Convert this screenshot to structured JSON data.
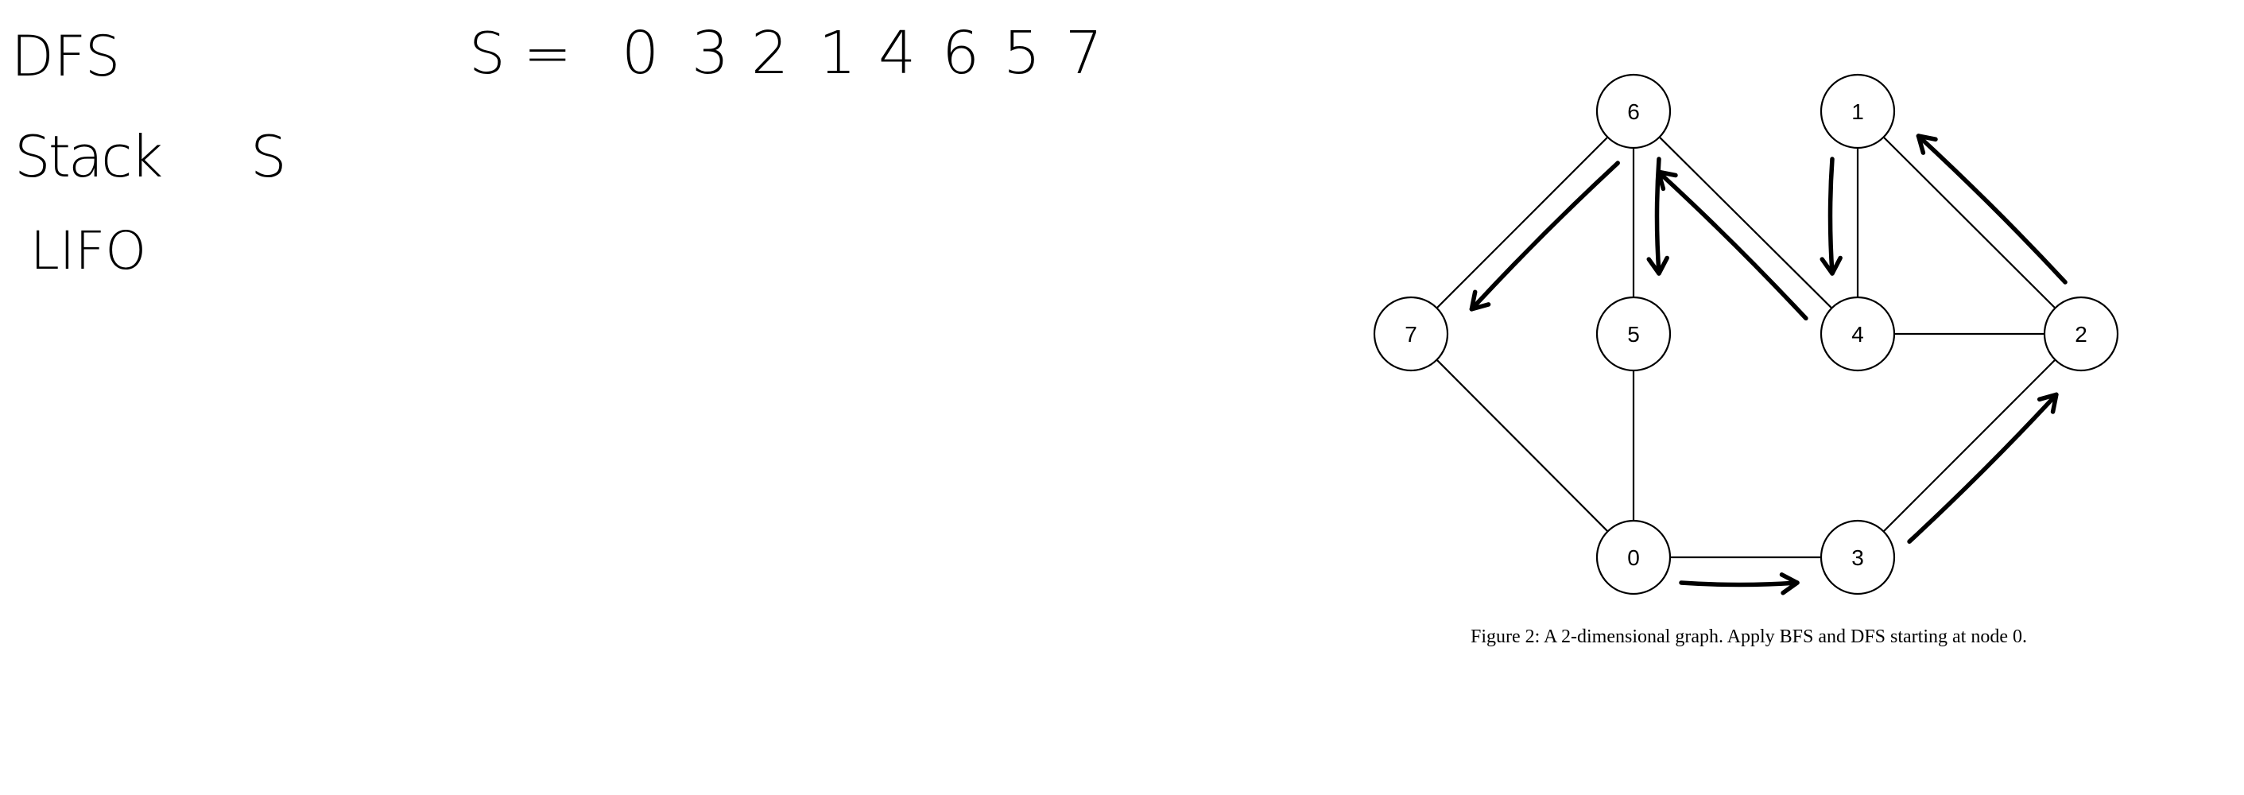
{
  "notes": {
    "dfs": "DFS",
    "stack": "Stack",
    "stack_var": "S",
    "lifo": "LIFO",
    "sequence_prefix": "S =",
    "sequence": [
      "0",
      "3",
      "2",
      "1",
      "4",
      "6",
      "5",
      "7"
    ]
  },
  "graph": {
    "nodes": [
      "0",
      "1",
      "2",
      "3",
      "4",
      "5",
      "6",
      "7"
    ],
    "edges": [
      [
        "6",
        "7"
      ],
      [
        "6",
        "5"
      ],
      [
        "6",
        "4"
      ],
      [
        "1",
        "4"
      ],
      [
        "1",
        "2"
      ],
      [
        "4",
        "2"
      ],
      [
        "7",
        "0"
      ],
      [
        "5",
        "0"
      ],
      [
        "0",
        "3"
      ],
      [
        "3",
        "2"
      ]
    ],
    "traversal_arrows": [
      [
        "0",
        "3"
      ],
      [
        "3",
        "2"
      ],
      [
        "2",
        "1"
      ],
      [
        "1",
        "4"
      ],
      [
        "4",
        "6"
      ],
      [
        "6",
        "5"
      ],
      [
        "6",
        "7"
      ]
    ]
  },
  "caption": "Figure 2: A 2-dimensional graph. Apply BFS and DFS starting at node 0."
}
